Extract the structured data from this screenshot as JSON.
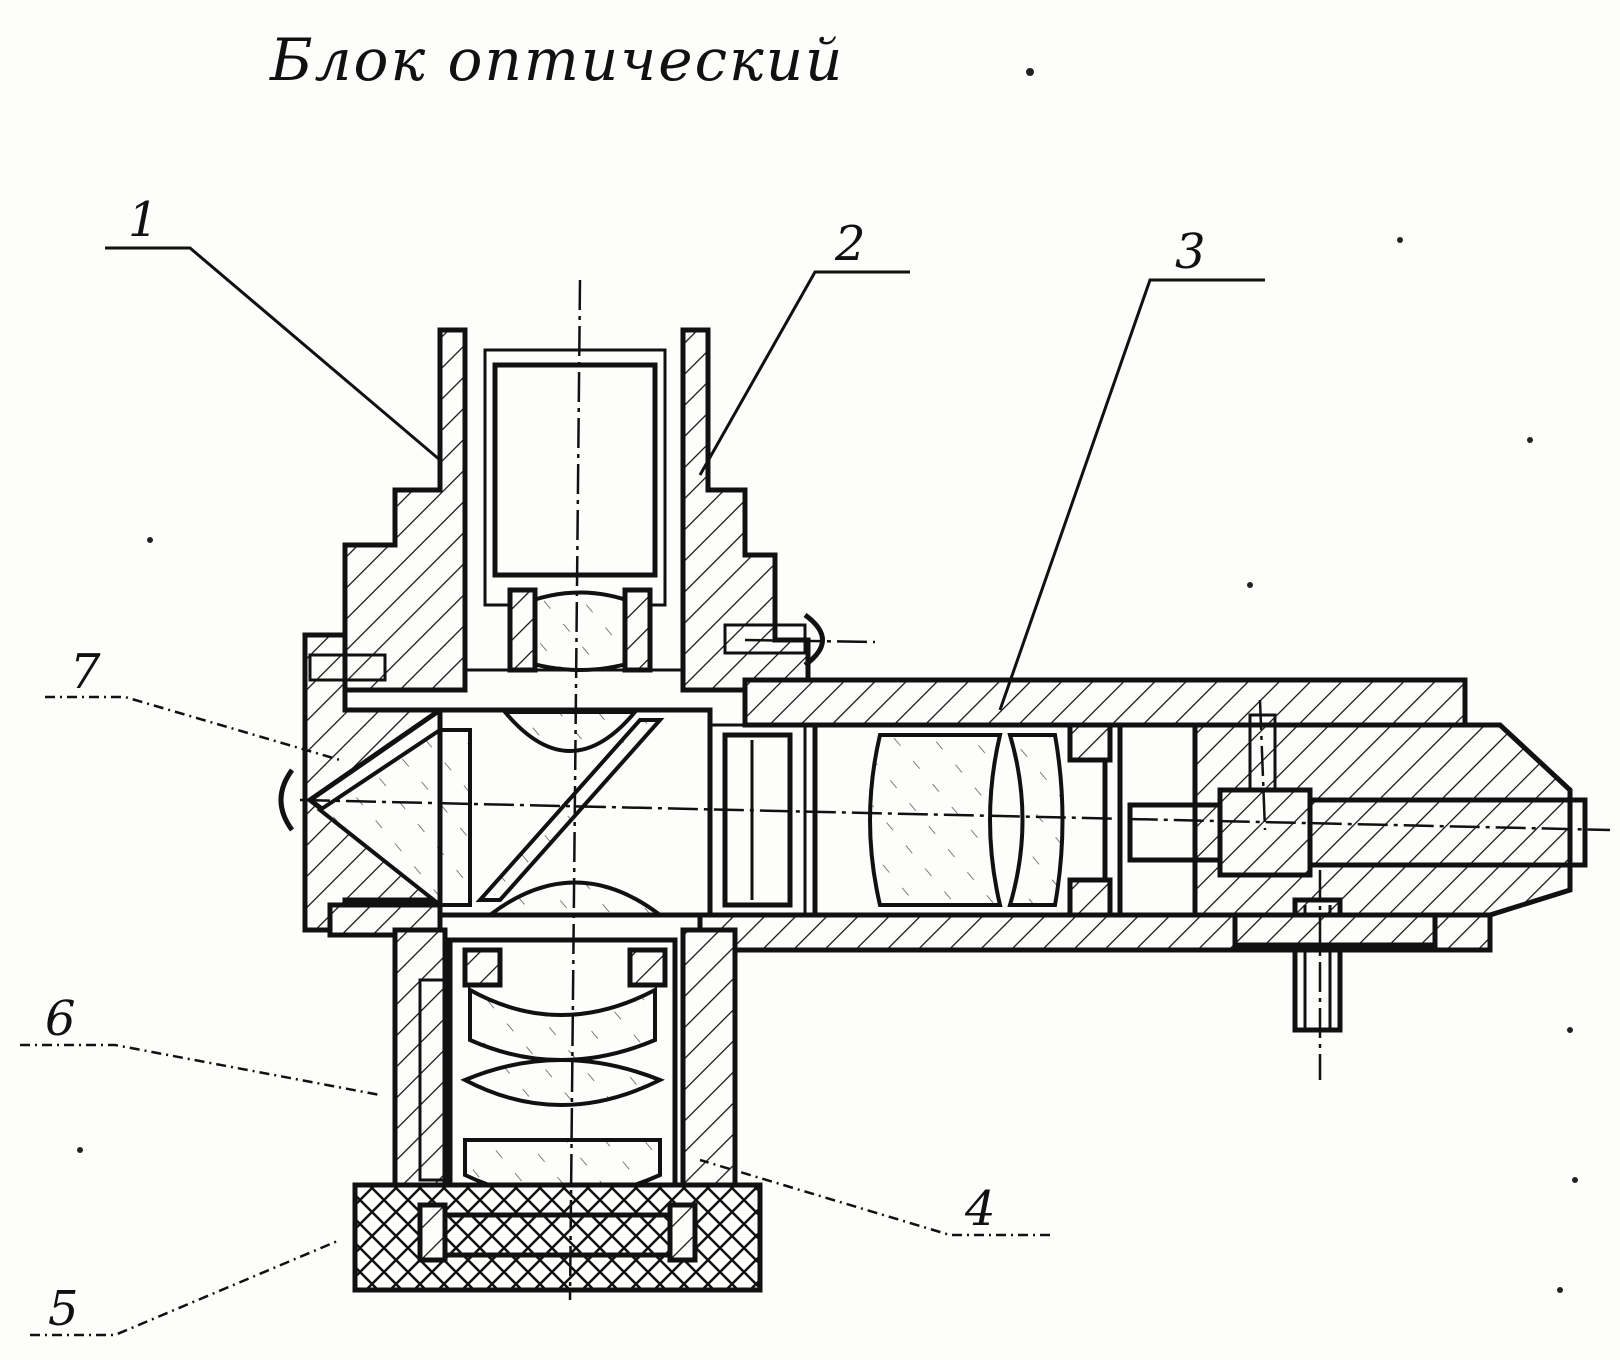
{
  "title": "Блок оптический",
  "callouts": [
    {
      "label": "1"
    },
    {
      "label": "2"
    },
    {
      "label": "3"
    },
    {
      "label": "4"
    },
    {
      "label": "5"
    },
    {
      "label": "6"
    },
    {
      "label": "7"
    }
  ]
}
